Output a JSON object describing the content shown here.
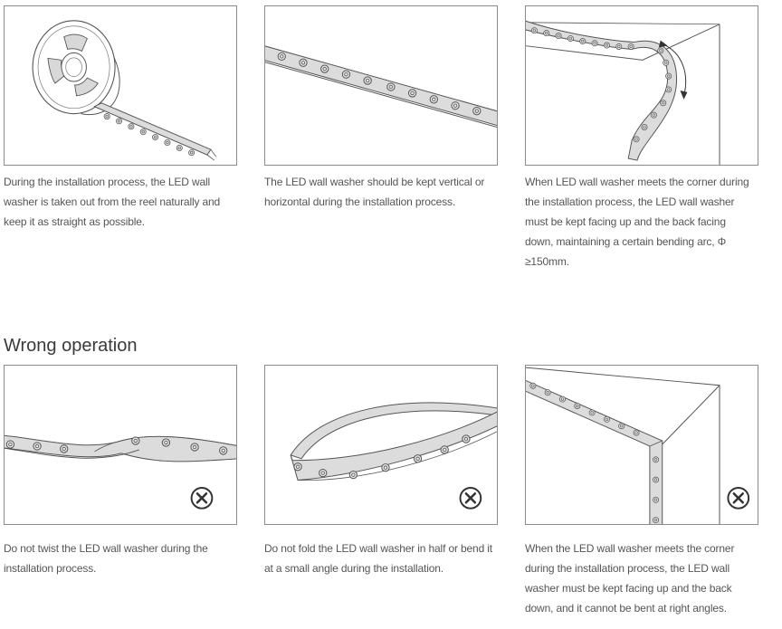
{
  "correct": [
    {
      "caption": "During the installation process, the LED wall washer is taken out from the reel naturally and keep it as straight as possible."
    },
    {
      "caption": "The LED wall washer should be kept vertical or horizontal during the installation process."
    },
    {
      "caption": "When LED wall washer meets the corner during the installation process, the LED wall washer must be kept facing up and the back facing down, maintaining a certain bending arc, Φ ≥150mm."
    }
  ],
  "wrong_heading": "Wrong operation",
  "wrong": [
    {
      "caption": "Do not twist the LED wall washer during the installation process.",
      "icon": "cross-circle-icon"
    },
    {
      "caption": "Do not fold the LED wall washer in half or bend it at a small angle during the installation.",
      "icon": "cross-circle-icon"
    },
    {
      "caption": "When the LED wall washer meets the corner during the installation process, the LED wall washer must be kept facing up and the back down, and it cannot be bent at right angles.",
      "icon": "cross-circle-icon"
    }
  ],
  "colors": {
    "border": "#8c8c8c",
    "strip": "#dcdcdc",
    "line": "#555555",
    "icon": "#333333"
  }
}
